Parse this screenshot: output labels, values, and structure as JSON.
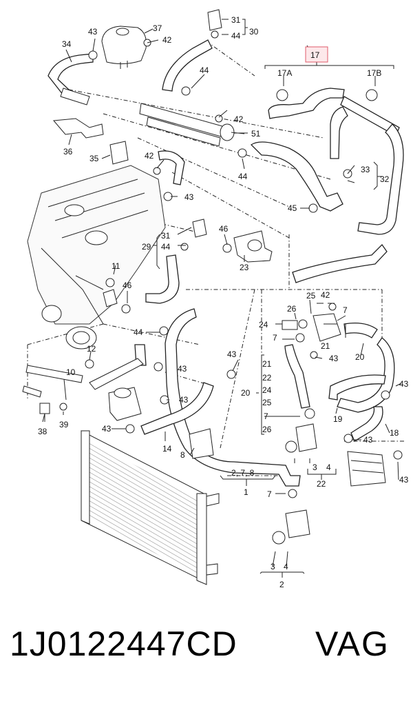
{
  "callouts": {
    "c1": "1",
    "c2": "2",
    "c2_7_8": "2, 7, 8",
    "c3a": "3",
    "c3b": "3",
    "c4a": "4",
    "c4b": "4",
    "c5": "25",
    "c7a": "7",
    "c7b": "7",
    "c7c": "7",
    "c7d": "7",
    "c8": "8",
    "c10": "10",
    "c11": "11",
    "c12": "12",
    "c14": "14",
    "c17": "17",
    "c17a": "17A",
    "c17b": "17B",
    "c18": "18",
    "c19": "19",
    "c20a": "20",
    "c20b": "20",
    "c21a": "21",
    "c21b": "21",
    "c22a": "22",
    "c22b": "22",
    "c23": "23",
    "c24a": "24",
    "c24b": "24",
    "c25b": "25",
    "c26a": "26",
    "c26b": "26",
    "c29": "29",
    "c30": "30",
    "c31a": "31",
    "c31b": "31",
    "c32": "32",
    "c33": "33",
    "c34": "34",
    "c35": "35",
    "c36": "36",
    "c37": "37",
    "c38": "38",
    "c39": "39",
    "c42a": "42",
    "c42b": "42",
    "c42c": "42",
    "c42d": "42",
    "c43a": "43",
    "c43b": "43",
    "c43c": "43",
    "c43d": "43",
    "c43e": "43",
    "c43f": "43",
    "c43g": "43",
    "c43h": "43",
    "c43i": "43",
    "c43j": "43",
    "c43k": "43",
    "c44a": "44",
    "c44b": "44",
    "c44c": "44",
    "c44d": "44",
    "c44e": "44",
    "c45": "45",
    "c46a": "46",
    "c46b": "46",
    "c51": "51"
  },
  "stacked_lists": {
    "group20": [
      "21",
      "22",
      "24",
      "25",
      "26"
    ],
    "group20_label": "20"
  },
  "footer": {
    "part_number": "1J0122447CD",
    "brand": "VAG"
  },
  "colors": {
    "highlight_box": "#e05a6a",
    "highlight_fill": "#fde8ea",
    "ink": "#222222"
  }
}
